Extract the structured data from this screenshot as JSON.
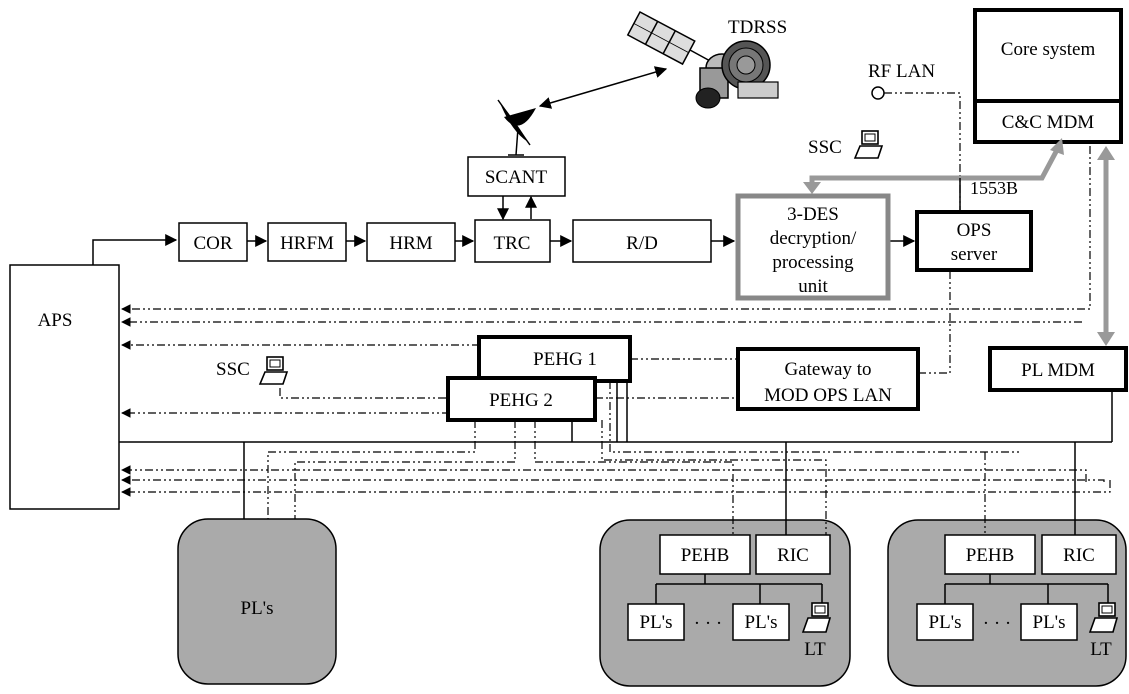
{
  "labels": {
    "tdrss": "TDRSS",
    "core_system": "Core system",
    "ccmdm": "C&C MDM",
    "rflan": "RF LAN",
    "ssc_top": "SSC",
    "bus_1553b": "1553B",
    "scant": "SCANT",
    "cor": "COR",
    "hrfm": "HRFM",
    "hrm": "HRM",
    "trc": "TRC",
    "rd": "R/D",
    "des_line1": "3-DES",
    "des_line2": "decryption/",
    "des_line3": "processing",
    "des_line4": "unit",
    "ops_line1": "OPS",
    "ops_line2": "server",
    "aps": "APS",
    "pehg1": "PEHG 1",
    "pehg2": "PEHG 2",
    "ssc_left": "SSC",
    "gateway_line1": "Gateway to",
    "gateway_line2": "MOD OPS LAN",
    "plmdm": "PL MDM",
    "pls_big": "PL's",
    "pehb_1": "PEHB",
    "ric_1": "RIC",
    "pls_1a": "PL's",
    "dots_1": "· · ·",
    "pls_1b": "PL's",
    "lt_1": "LT",
    "pehb_2": "PEHB",
    "ric_2": "RIC",
    "pls_2a": "PL's",
    "dots_2": "· · ·",
    "pls_2b": "PL's",
    "lt_2": "LT"
  },
  "colors": {
    "pod_fill": "#aaaaaa",
    "highlight_stroke": "#888888"
  },
  "icons": [
    "satellite-icon",
    "dish-antenna-icon",
    "laptop-icon"
  ]
}
